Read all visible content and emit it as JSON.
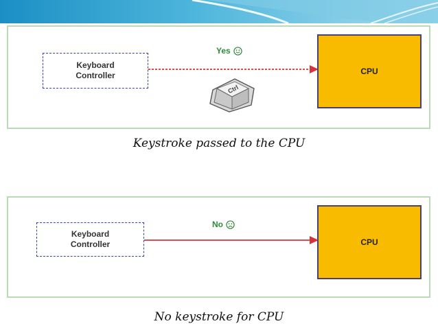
{
  "colors": {
    "panel_border": "#b9dcb6",
    "cpu_fill": "#f8bb00",
    "cpu_border": "#4a4070",
    "controller_border": "#3a3fb0",
    "arrow": "#d6323a",
    "status_text": "#2e8b3a"
  },
  "diagram1": {
    "controller_label": "Keyboard\nController",
    "status_label": "Yes",
    "status_icon": "smiley-happy-icon",
    "cpu_label": "CPU",
    "arrow_style": "dashed",
    "key_icon": "ctrl-key-icon",
    "key_label": "Ctrl",
    "caption": "Keystroke passed to the CPU"
  },
  "diagram2": {
    "controller_label": "Keyboard\nController",
    "status_label": "No",
    "status_icon": "smiley-sad-icon",
    "cpu_label": "CPU",
    "arrow_style": "solid",
    "caption": "No keystroke for CPU"
  }
}
